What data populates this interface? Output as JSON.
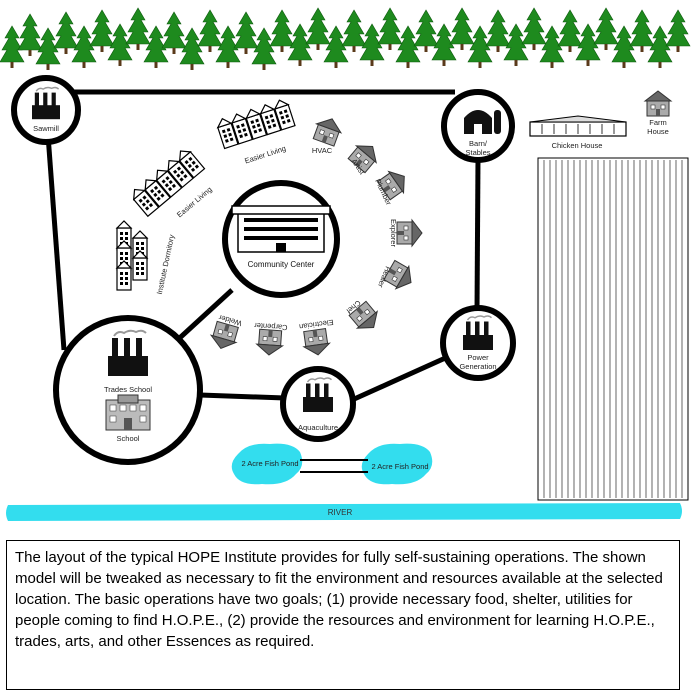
{
  "labels": {
    "sawmill": "Sawmill",
    "barn": "Barn/\nStables",
    "chicken": "Chicken House",
    "farm": "Farm\nHouse",
    "easier1": "Easier Living",
    "easier2": "Easier Living",
    "dorm": "Institute Dormitory",
    "community": "Community Center",
    "hvac": "HVAC",
    "artist": "Artist",
    "plumber": "Plumber",
    "explorer": "Explorer",
    "healer": "Healer",
    "chef": "Chef",
    "electrician": "Electrician",
    "carpenter": "Carpenter",
    "welder": "Welder",
    "trades": "Trades School",
    "school": "School",
    "power": "Power\nGeneration",
    "aquaculture": "Aquaculture",
    "pond1": "2 Acre Fish Pond",
    "pond2": "2 Acre Fish Pond",
    "river": "RIVER"
  },
  "caption": "The layout of the typical HOPE Institute provides for fully self-sustaining operations. The shown model will be tweaked as necessary to fit the environment and resources available at the selected location.  The basic operations have two goals; (1) provide necessary food, shelter, utilities for people coming to find H.O.P.E., (2) provide the resources and environment for learning H.O.P.E., trades, arts, and other Essences as required.",
  "colors": {
    "tree": "#1e8a1e",
    "water": "#33ddee",
    "line": "#000000"
  }
}
